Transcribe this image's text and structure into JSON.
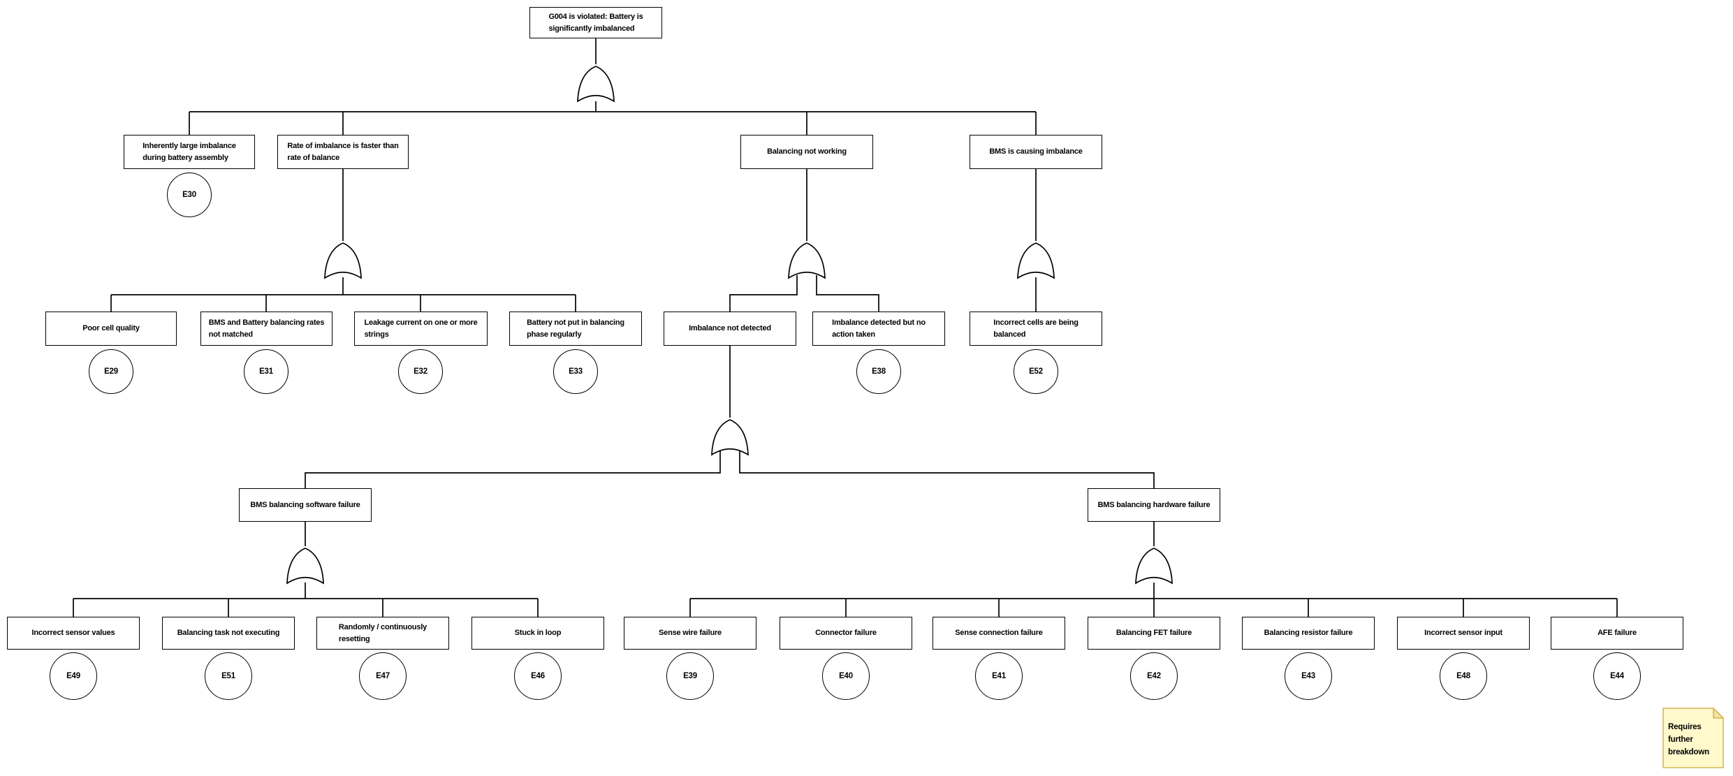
{
  "tree": {
    "root": {
      "label": "G004 is violated: Battery is\nsignificantly imbalanced"
    },
    "l2": [
      {
        "label": "Inherently large imbalance\nduring battery assembly",
        "event": "E30"
      },
      {
        "label": "Rate of imbalance is faster than\nrate of balance",
        "event": ""
      },
      {
        "label": "Balancing not working",
        "event": ""
      },
      {
        "label": "BMS is causing imbalance",
        "event": ""
      }
    ],
    "l3": [
      {
        "label": "Poor cell quality",
        "event": "E29"
      },
      {
        "label": "BMS and Battery balancing rates\nnot matched",
        "event": "E31"
      },
      {
        "label": "Leakage current on one or more\nstrings",
        "event": "E32"
      },
      {
        "label": "Battery not put in balancing\nphase regularly",
        "event": "E33"
      },
      {
        "label": "Imbalance not detected",
        "event": ""
      },
      {
        "label": "Imbalance detected but no\naction taken",
        "event": "E38"
      },
      {
        "label": "Incorrect cells are being\nbalanced",
        "event": "E52"
      }
    ],
    "l4": [
      {
        "label": "BMS balancing software failure"
      },
      {
        "label": "BMS balancing hardware failure"
      }
    ],
    "l5": [
      {
        "label": "Incorrect sensor values",
        "event": "E49"
      },
      {
        "label": "Balancing task not executing",
        "event": "E51"
      },
      {
        "label": "Randomly / continuously\nresetting",
        "event": "E47"
      },
      {
        "label": "Stuck in loop",
        "event": "E46"
      },
      {
        "label": "Sense wire failure",
        "event": "E39"
      },
      {
        "label": "Connector failure",
        "event": "E40"
      },
      {
        "label": "Sense connection failure",
        "event": "E41"
      },
      {
        "label": "Balancing FET failure",
        "event": "E42"
      },
      {
        "label": "Balancing resistor failure",
        "event": "E43"
      },
      {
        "label": "Incorrect sensor input",
        "event": "E48"
      },
      {
        "label": "AFE failure",
        "event": "E44"
      }
    ],
    "gates": [
      {
        "id": "gate-root",
        "type": "OR"
      },
      {
        "id": "gate-rate-of-imbalance",
        "type": "OR"
      },
      {
        "id": "gate-balancing-not-working",
        "type": "OR"
      },
      {
        "id": "gate-bms-causing-imbalance",
        "type": "OR"
      },
      {
        "id": "gate-imbalance-not-detected",
        "type": "OR"
      },
      {
        "id": "gate-software-failure",
        "type": "OR"
      },
      {
        "id": "gate-hardware-failure",
        "type": "OR"
      }
    ]
  },
  "note": {
    "text": "Requires further breakdown"
  },
  "colors": {
    "line": "#000000",
    "box_fill": "#ffffff",
    "note_fill": "#fff9cb",
    "note_fold": "#f3e4a0",
    "note_border": "#d6b656"
  }
}
